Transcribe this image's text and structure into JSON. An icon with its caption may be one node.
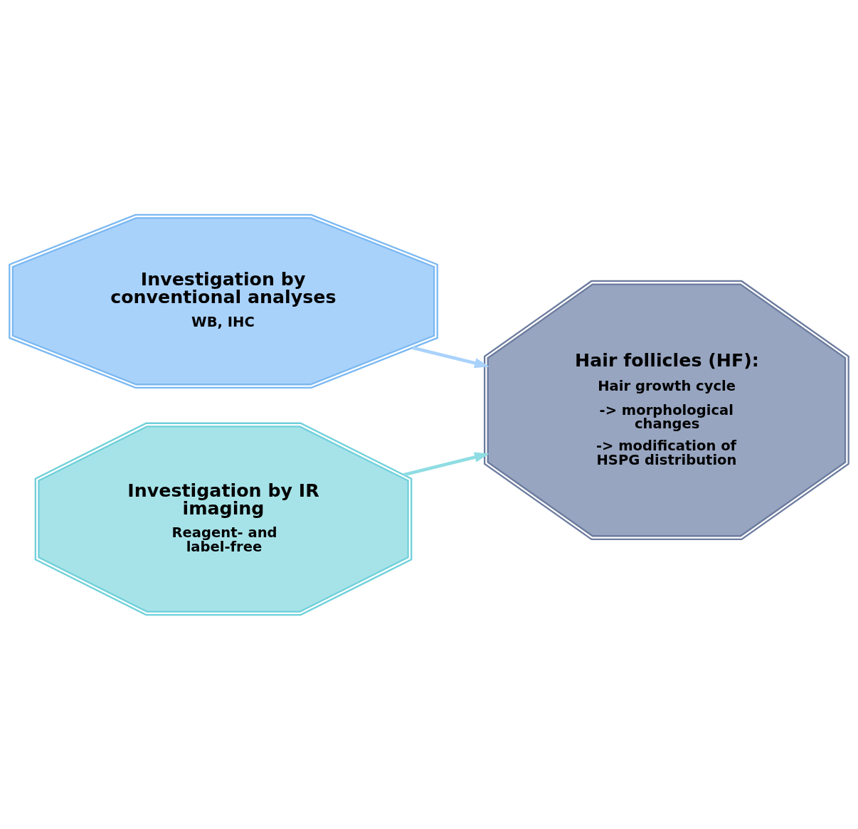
{
  "diagram": {
    "nodes": [
      {
        "text": [
          "Hair follicles (HF):",
          "Hair growth cycle",
          "-> morphological changes",
          "-> modification of HSPG distribution"
        ]
      },
      {
        "text": [
          "Investigation by conventional analyses",
          "WB, IHC"
        ]
      },
      {
        "text": [
          "Investigation by IR imaging",
          "Reagent- and label-free"
        ]
      }
    ],
    "edges": [
      {
        "from": 1,
        "to": 0,
        "arrow": "to",
        "color": "#a9d2fb"
      },
      {
        "from": 2,
        "to": 0,
        "arrow": "to",
        "color": "#8fdde3"
      }
    ]
  }
}
